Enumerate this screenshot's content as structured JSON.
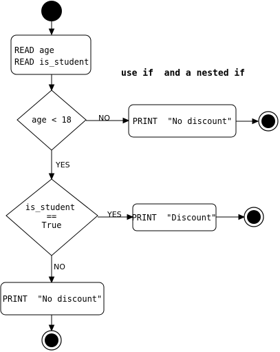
{
  "diagram": {
    "note": "use if  and a nested if",
    "input_box": {
      "line1": "READ age",
      "line2": "READ is_student"
    },
    "decision_age": {
      "label": "age < 18"
    },
    "print_no_discount_top": {
      "label": "PRINT  \"No discount\""
    },
    "decision_student": {
      "line1": "is_student",
      "line2": "==",
      "line3": "True"
    },
    "print_discount": {
      "label": "PRINT  \"Discount\""
    },
    "print_no_discount_bottom": {
      "label": "PRINT  \"No discount\""
    },
    "edges": {
      "age_no": "NO",
      "age_yes": "YES",
      "student_yes": "YES",
      "student_no": "NO"
    }
  }
}
